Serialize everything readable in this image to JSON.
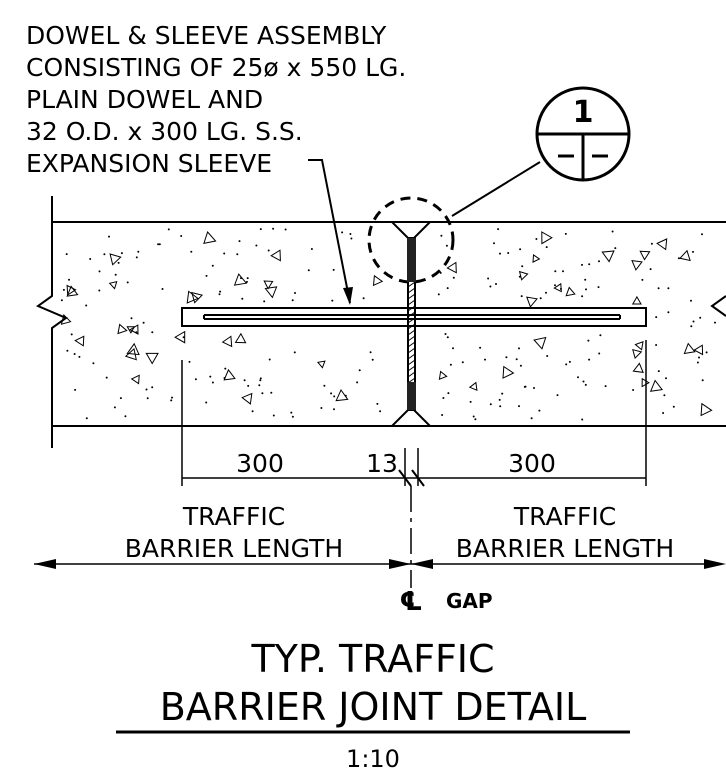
{
  "callout": {
    "lines": [
      "DOWEL & SLEEVE ASSEMBLY",
      "CONSISTING OF 25ø x 550 LG.",
      "PLAIN DOWEL AND",
      "32 O.D. x 300 LG. S.S.",
      "EXPANSION SLEEVE"
    ]
  },
  "detail_marker": {
    "number": "1",
    "sheet": "–|–"
  },
  "dimensions": {
    "left": "300",
    "gap": "13",
    "right": "300"
  },
  "barrier_lengths": {
    "left": [
      "TRAFFIC",
      "BARRIER LENGTH"
    ],
    "right": [
      "TRAFFIC",
      "BARRIER LENGTH"
    ]
  },
  "centerline": {
    "symbol": "℄",
    "label": "GAP"
  },
  "title": {
    "line1": "TYP. TRAFFIC",
    "line2": "BARRIER JOINT DETAIL",
    "scale": "1:10"
  },
  "colors": {
    "ink": "#000000",
    "paper": "#ffffff"
  }
}
